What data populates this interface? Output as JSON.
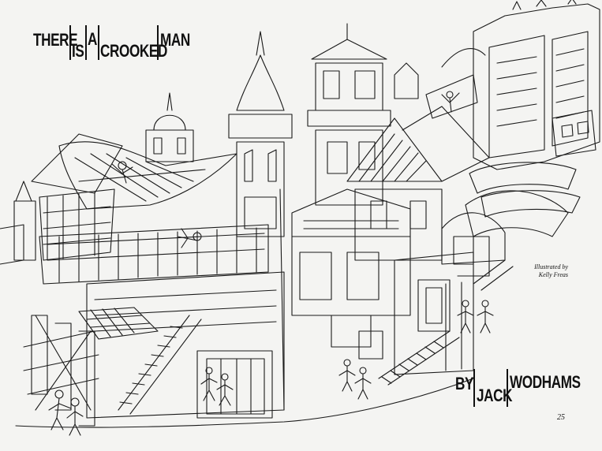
{
  "title": {
    "word1": "THERE",
    "word2": "IS",
    "word3": "A",
    "word4": "CROOKED",
    "word5": "MAN"
  },
  "byline": {
    "by": "BY",
    "first": "JACK",
    "last": "WODHAMS"
  },
  "credit": {
    "line1": "Illustrated by",
    "line2": "Kelly Freas"
  },
  "page_number": "25"
}
